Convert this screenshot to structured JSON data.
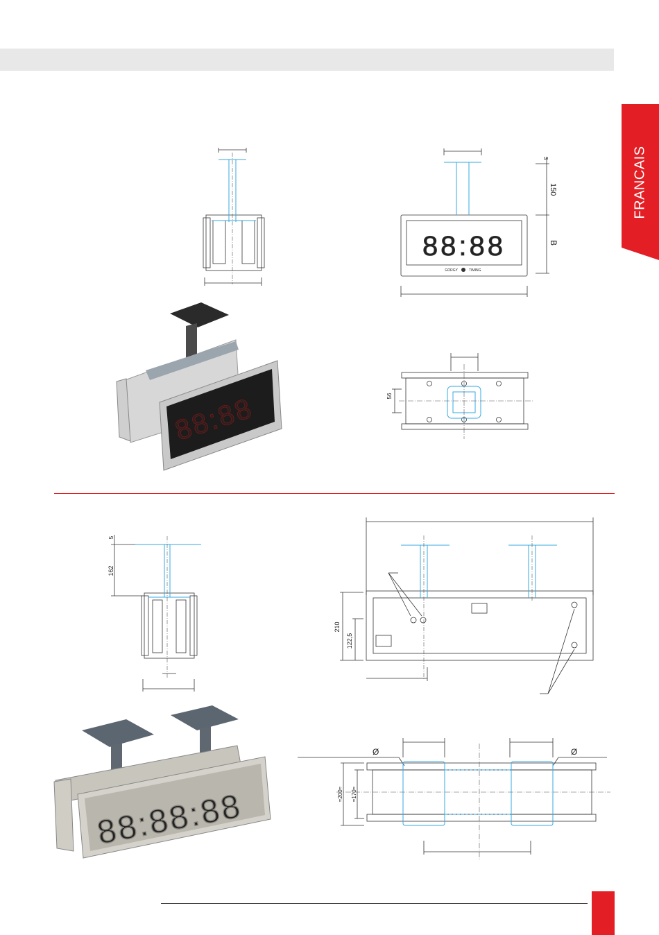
{
  "language_tab": "FRANCAIS",
  "fig_top_front": {
    "dim_top": "3",
    "dim_arm": "150",
    "dim_body": "B",
    "display_digits": "88:88",
    "brand_left": "GORGY",
    "brand_right": "TIMING"
  },
  "fig_top_plan": {
    "dim_side": "56"
  },
  "fig_top_render": {
    "display_digits": "88:88"
  },
  "fig_bottom_side": {
    "dim_top": "5",
    "dim_arm": "162"
  },
  "fig_bottom_front": {
    "dim_height": "210",
    "dim_inner": "122,5"
  },
  "fig_bottom_plan": {
    "dim_outer": "≈200≈",
    "dim_inner": "≈170≈",
    "diameter": "Ø"
  },
  "fig_bottom_render": {
    "display_digits": "88:88:88"
  },
  "colors": {
    "accent_red": "#e31e24",
    "drawing_cyan": "#36a9e1",
    "band_grey": "#e8e8e8"
  }
}
